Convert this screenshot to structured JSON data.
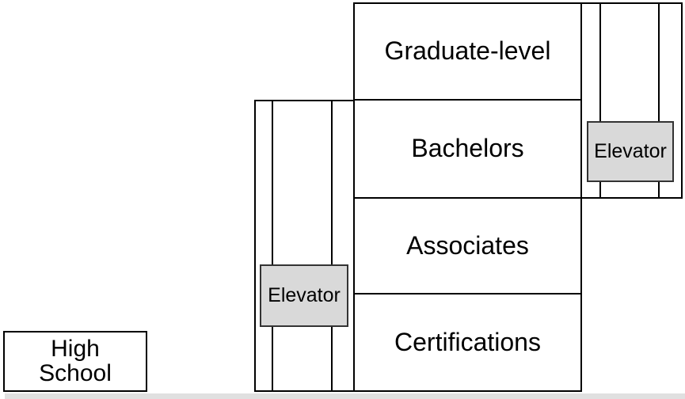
{
  "diagram": {
    "floors": [
      {
        "label": "Graduate-level"
      },
      {
        "label": "Bachelors"
      },
      {
        "label": "Associates"
      },
      {
        "label": "Certifications"
      }
    ],
    "elevators": [
      {
        "label": "Elevator"
      },
      {
        "label": "Elevator"
      }
    ],
    "high_school": {
      "label": "High School"
    },
    "colors": {
      "line": "#000000",
      "elevator_fill": "#d9d9d9",
      "elevator_border": "#333333",
      "ground": "#e0e0e0",
      "text": "#000000",
      "background": "#ffffff"
    }
  }
}
